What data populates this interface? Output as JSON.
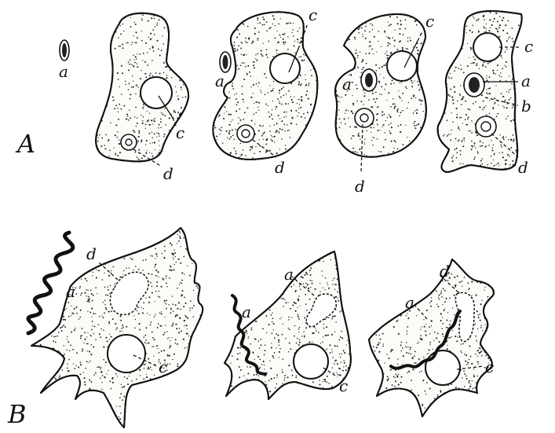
{
  "panels": [
    {
      "id": "A",
      "label": "A"
    },
    {
      "id": "B",
      "label": "B"
    }
  ],
  "labels": {
    "a": "a",
    "b": "b",
    "c": "c",
    "d": "d"
  }
}
